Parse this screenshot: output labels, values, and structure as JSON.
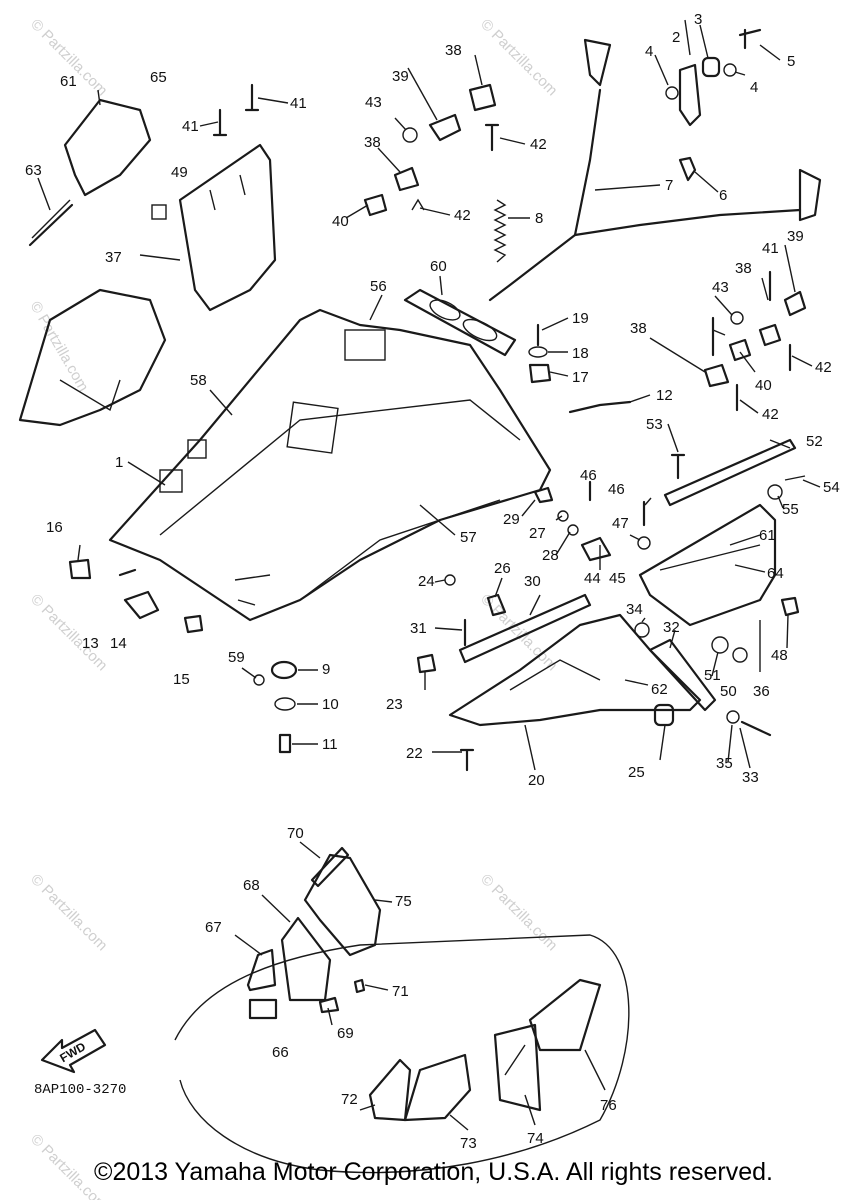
{
  "diagram": {
    "code": "8AP100-3270",
    "direction_badge": "FWD",
    "watermark": "© Partzilla.com",
    "callouts": [
      "1",
      "2",
      "3",
      "4",
      "4",
      "5",
      "6",
      "7",
      "8",
      "9",
      "10",
      "11",
      "12",
      "13",
      "14",
      "15",
      "16",
      "17",
      "18",
      "19",
      "20",
      "22",
      "23",
      "24",
      "25",
      "26",
      "27",
      "28",
      "29",
      "30",
      "31",
      "32",
      "33",
      "34",
      "35",
      "36",
      "37",
      "38",
      "38",
      "38",
      "38",
      "39",
      "39",
      "40",
      "40",
      "41",
      "41",
      "41",
      "42",
      "42",
      "42",
      "42",
      "43",
      "43",
      "44",
      "45",
      "46",
      "46",
      "47",
      "48",
      "49",
      "50",
      "51",
      "52",
      "53",
      "54",
      "55",
      "56",
      "57",
      "58",
      "59",
      "60",
      "61",
      "61",
      "62",
      "63",
      "64",
      "65",
      "66",
      "67",
      "68",
      "69",
      "70",
      "71",
      "72",
      "73",
      "74",
      "75",
      "76"
    ]
  },
  "footer": {
    "copyright": "©2013 Yamaha Motor Corporation, U.S.A. All rights reserved."
  }
}
